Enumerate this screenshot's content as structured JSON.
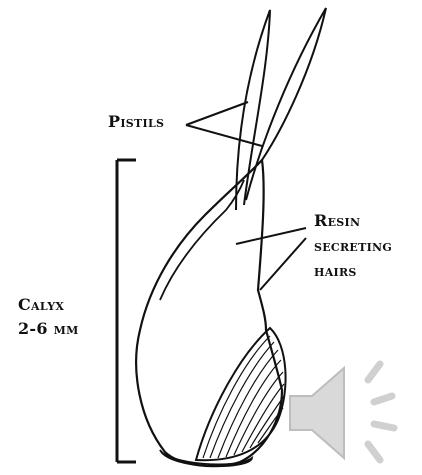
{
  "labels": {
    "pistils": "Pistils",
    "resin_line1": "Resin",
    "resin_line2": "secreting",
    "resin_line3": "hairs",
    "calyx_line1": "Calyx",
    "calyx_line2": "2-6 mm"
  },
  "icons": {
    "audio": "speaker-icon"
  },
  "colors": {
    "ink": "#111111",
    "speaker_fill": "#d9d9d9",
    "speaker_stroke": "#bdbdbd"
  }
}
